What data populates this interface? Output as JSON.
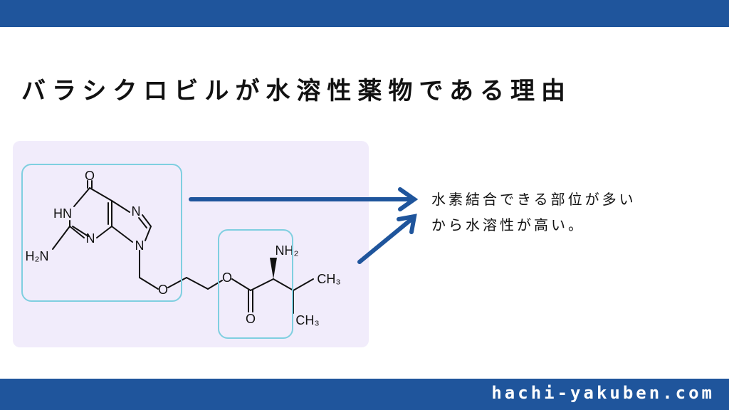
{
  "title": "バラシクロビルが水溶性薬物である理由",
  "note": {
    "line1": "水素結合できる部位が多い",
    "line2": "から水溶性が高い。"
  },
  "site_url": "hachi-yakuben.com",
  "structure_labels": {
    "o_carbonyl_top": "O",
    "hn": "HN",
    "n_imidazole_top": "N",
    "n_imidazole_9": "N",
    "n_pyrimidine_3": "N",
    "h2n": "H₂N",
    "o_ether1": "O",
    "o_ester": "O",
    "o_carbonyl_bottom": "O",
    "nh2": "NH₂",
    "ch3_top": "CH₃",
    "ch3_bottom": "CH₃"
  },
  "colors": {
    "bar": "#1f559c",
    "arrow": "#1f559c",
    "panel": "#f1ecfb",
    "highlight": "#7fcfe0"
  }
}
